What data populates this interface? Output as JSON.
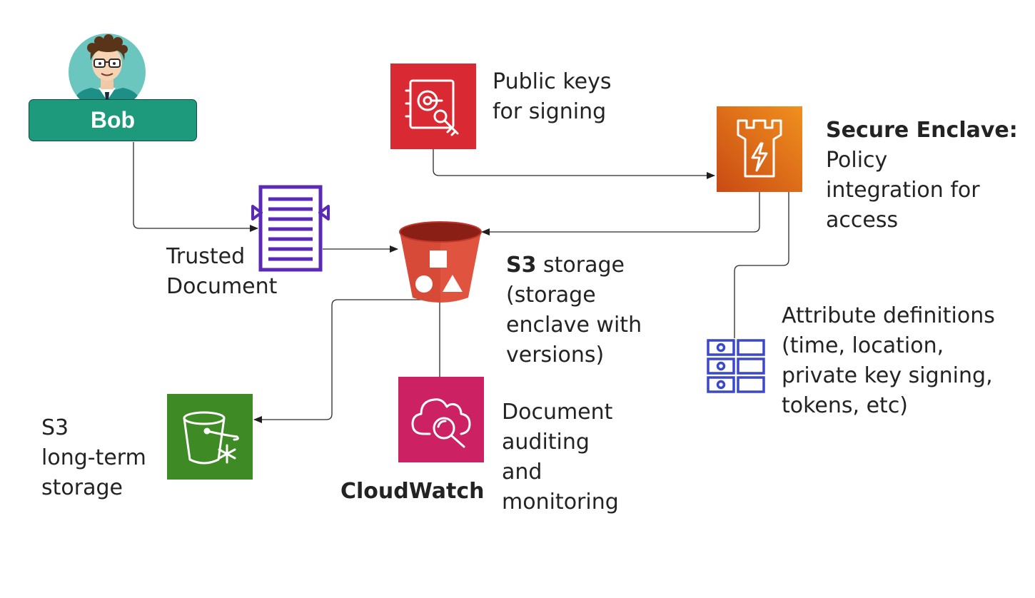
{
  "nodes": {
    "bob": {
      "label": "Bob"
    },
    "trusted_document": {
      "lines": [
        "Trusted",
        "Document"
      ]
    },
    "public_keys": {
      "lines": [
        "Public keys",
        "for signing"
      ]
    },
    "secure_enclave": {
      "title": "Secure Enclave:",
      "lines": [
        "Policy",
        "integration for",
        "access"
      ]
    },
    "s3_storage": {
      "bold": "S3",
      "rest": " storage",
      "lines": [
        "(storage",
        "enclave with",
        "versions)"
      ]
    },
    "attributes": {
      "lines": [
        "Attribute definitions",
        "(time, location,",
        "private key signing,",
        "tokens, etc)"
      ]
    },
    "s3_long_term": {
      "lines": [
        "S3",
        "long-term",
        "storage"
      ]
    },
    "cloudwatch": {
      "label": "CloudWatch",
      "lines": [
        "Document",
        "auditing",
        "and",
        "monitoring"
      ]
    }
  },
  "icons": {
    "bob": "person-avatar-icon",
    "trusted_document": "document-icon",
    "public_keys": "key-vault-icon",
    "secure_enclave": "castle-tower-icon",
    "s3_storage": "s3-bucket-icon",
    "attributes": "attribute-table-icon",
    "s3_long_term": "s3-glacier-bucket-icon",
    "cloudwatch": "cloudwatch-search-icon"
  },
  "colors": {
    "bob": "#1d9a7c",
    "public_keys": "#d92a33",
    "secure_enclave": "#e8701a",
    "s3_storage": "#e0533f",
    "s3_long_term": "#3e8a25",
    "cloudwatch": "#cc2264",
    "document": "#5a2ab5",
    "attributes": "#3b48cc"
  }
}
